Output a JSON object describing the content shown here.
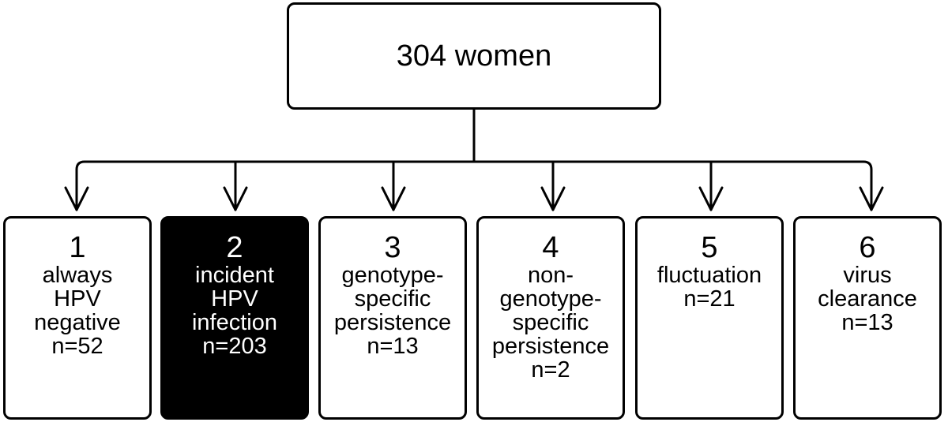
{
  "root": {
    "label": "304 women"
  },
  "groups": [
    {
      "number": "1",
      "lines": [
        "always",
        "HPV",
        "negative",
        "n=52"
      ],
      "highlighted": false
    },
    {
      "number": "2",
      "lines": [
        "incident",
        "HPV",
        "infection",
        "n=203"
      ],
      "highlighted": true
    },
    {
      "number": "3",
      "lines": [
        "genotype-",
        "specific",
        "persistence",
        "n=13"
      ],
      "highlighted": false
    },
    {
      "number": "4",
      "lines": [
        "non-",
        "genotype-",
        "specific",
        "persistence",
        "n=2"
      ],
      "highlighted": false
    },
    {
      "number": "5",
      "lines": [
        "fluctuation",
        "n=21"
      ],
      "highlighted": false
    },
    {
      "number": "6",
      "lines": [
        "virus",
        "clearance",
        "n=13"
      ],
      "highlighted": false
    }
  ],
  "colors": {
    "line": "#000000",
    "box_fill": "#ffffff",
    "highlight_fill": "#000000",
    "highlight_text": "#ffffff"
  }
}
